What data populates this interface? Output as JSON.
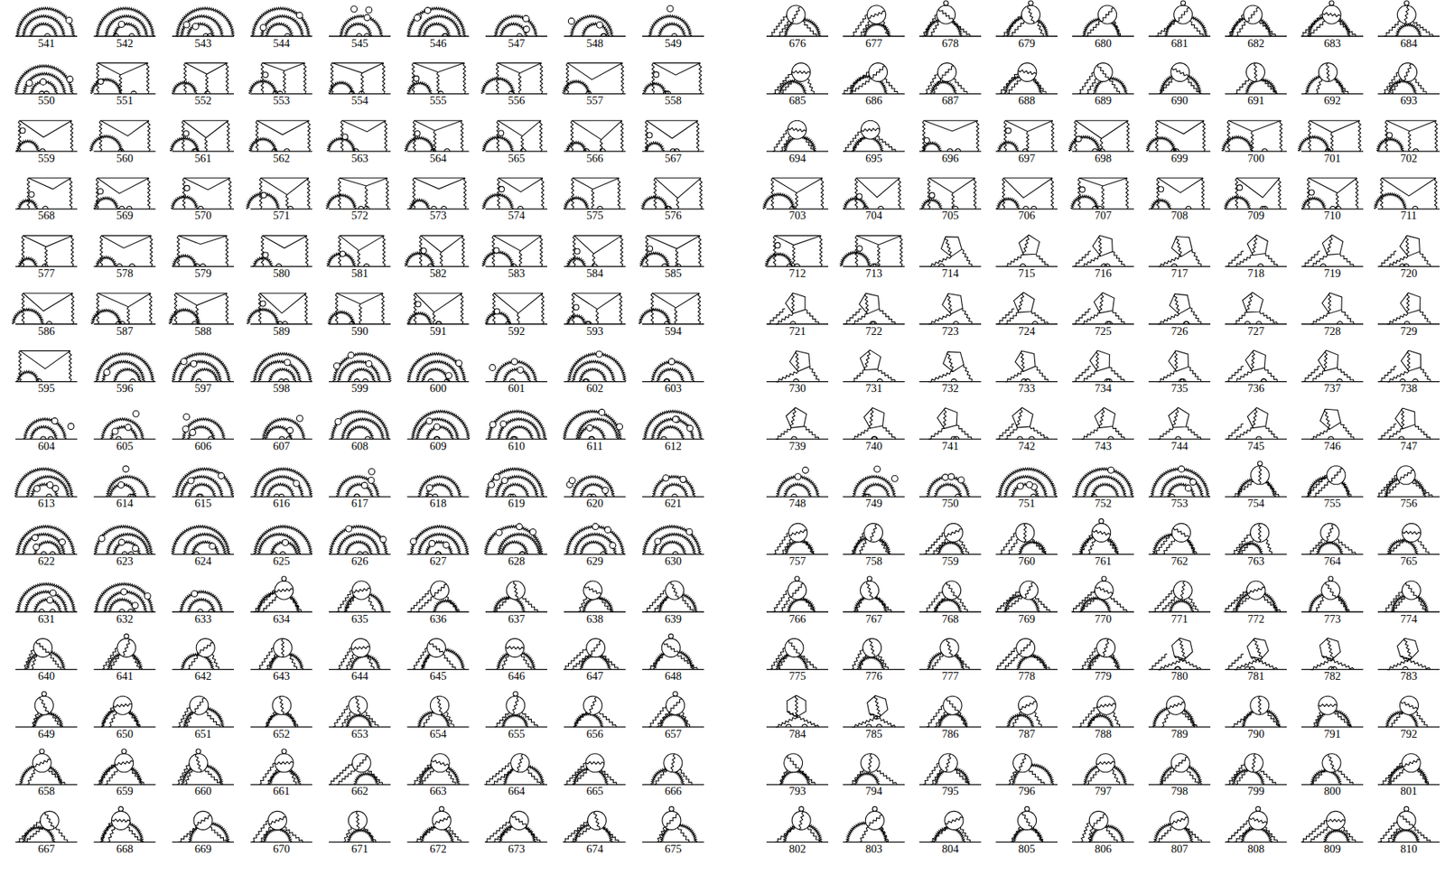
{
  "diagram": {
    "labels": [
      "541",
      "542",
      "543",
      "544",
      "545",
      "546",
      "547",
      "548",
      "549",
      "550",
      "551",
      "552",
      "553",
      "554",
      "555",
      "556",
      "557",
      "558",
      "559",
      "560",
      "561",
      "562",
      "563",
      "564",
      "565",
      "566",
      "567",
      "568",
      "569",
      "570",
      "571",
      "572",
      "573",
      "574",
      "575",
      "576",
      "577",
      "578",
      "579",
      "580",
      "581",
      "582",
      "583",
      "584",
      "585",
      "586",
      "587",
      "588",
      "589",
      "590",
      "591",
      "592",
      "593",
      "594",
      "595",
      "596",
      "597",
      "598",
      "599",
      "600",
      "601",
      "602",
      "603",
      "604",
      "605",
      "606",
      "607",
      "608",
      "609",
      "610",
      "611",
      "612",
      "613",
      "614",
      "615",
      "616",
      "617",
      "618",
      "619",
      "620",
      "621",
      "622",
      "623",
      "624",
      "625",
      "626",
      "627",
      "628",
      "629",
      "630",
      "631",
      "632",
      "633",
      "634",
      "635",
      "636",
      "637",
      "638",
      "639",
      "640",
      "641",
      "642",
      "643",
      "644",
      "645",
      "646",
      "647",
      "648",
      "649",
      "650",
      "651",
      "652",
      "653",
      "654",
      "655",
      "656",
      "657",
      "658",
      "659",
      "660",
      "661",
      "662",
      "663",
      "664",
      "665",
      "666",
      "667",
      "668",
      "669",
      "670",
      "671",
      "672",
      "673",
      "674",
      "675",
      "676",
      "677",
      "678",
      "679",
      "680",
      "681",
      "682",
      "683",
      "684",
      "685",
      "686",
      "687",
      "688",
      "689",
      "690",
      "691",
      "692",
      "693",
      "694",
      "695",
      "696",
      "697",
      "698",
      "699",
      "700",
      "701",
      "702",
      "703",
      "704",
      "705",
      "706",
      "707",
      "708",
      "709",
      "710",
      "711",
      "712",
      "713",
      "714",
      "715",
      "716",
      "717",
      "718",
      "719",
      "720",
      "721",
      "722",
      "723",
      "724",
      "725",
      "726",
      "727",
      "728",
      "729",
      "730",
      "731",
      "732",
      "733",
      "734",
      "735",
      "736",
      "737",
      "738",
      "739",
      "740",
      "741",
      "742",
      "743",
      "744",
      "745",
      "746",
      "747",
      "748",
      "749",
      "750",
      "751",
      "752",
      "753",
      "754",
      "755",
      "756",
      "757",
      "758",
      "759",
      "760",
      "761",
      "762",
      "763",
      "764",
      "765",
      "766",
      "767",
      "768",
      "769",
      "770",
      "771",
      "772",
      "773",
      "774",
      "775",
      "776",
      "777",
      "778",
      "779",
      "780",
      "781",
      "782",
      "783",
      "784",
      "785",
      "786",
      "787",
      "788",
      "789",
      "790",
      "791",
      "792",
      "793",
      "794",
      "795",
      "796",
      "797",
      "798",
      "799",
      "800",
      "801",
      "802",
      "803",
      "804",
      "805",
      "806",
      "807",
      "808",
      "809",
      "810"
    ]
  }
}
